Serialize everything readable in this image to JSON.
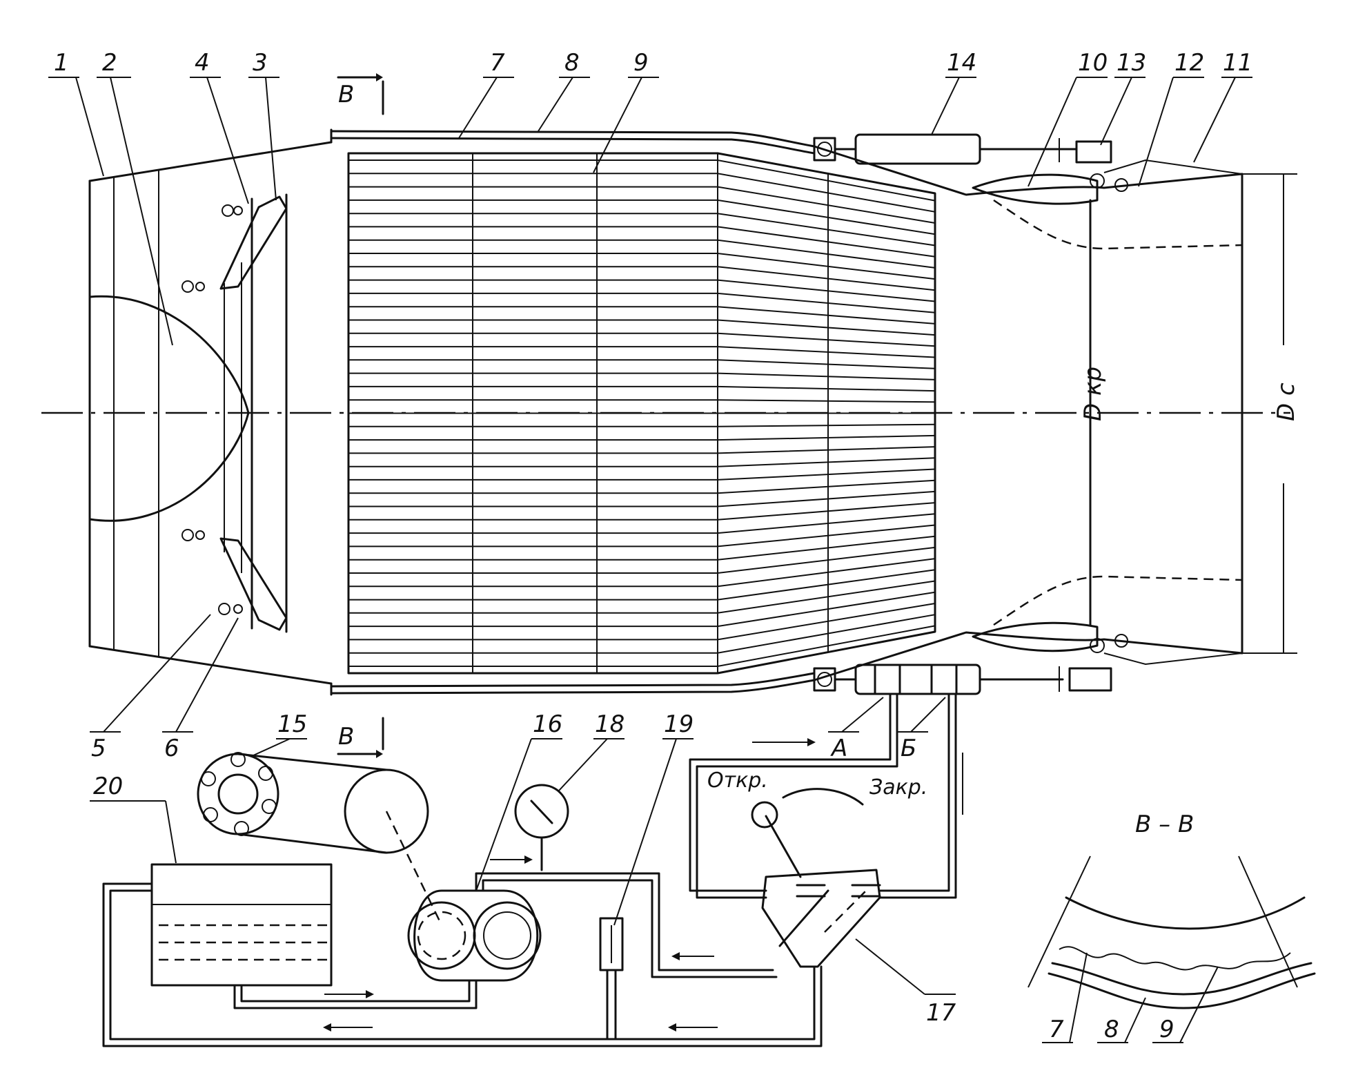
{
  "labels": {
    "n1": "1",
    "n2": "2",
    "n3": "3",
    "n4": "4",
    "n5": "5",
    "n6": "6",
    "n7": "7",
    "n8": "8",
    "n9": "9",
    "n10": "10",
    "n11": "11",
    "n12": "12",
    "n13": "13",
    "n14": "14",
    "n15": "15",
    "n16": "16",
    "n17": "17",
    "n18": "18",
    "n19": "19",
    "n20": "20",
    "port_a": "А",
    "port_b": "Б",
    "section_top": "В",
    "section_bottom": "В",
    "section_title": "В – В",
    "sec7": "7",
    "sec8": "8",
    "sec9": "9",
    "d_kr": "D кр",
    "d_c": "D с",
    "open": "Откр.",
    "close": "Закр."
  }
}
